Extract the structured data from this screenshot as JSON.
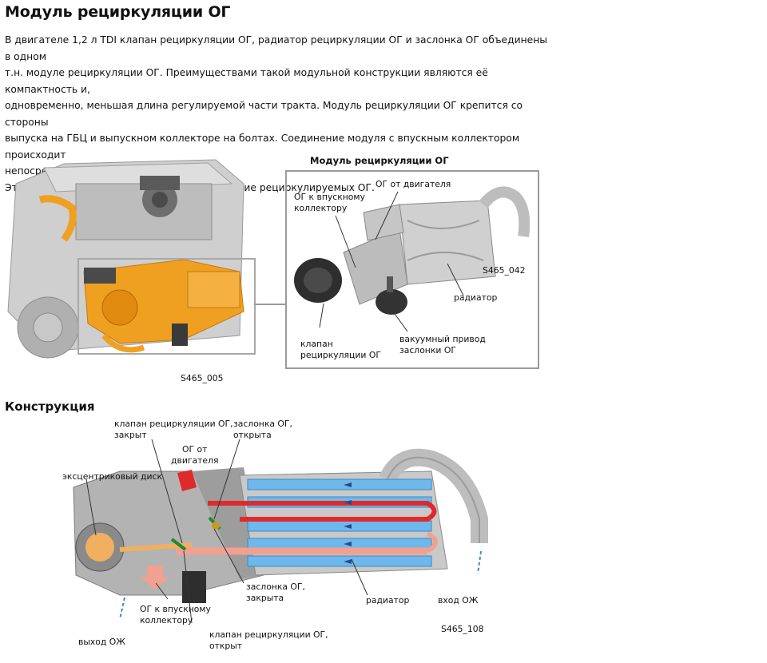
{
  "title": "Модуль рециркуляции ОГ",
  "intro": [
    "В двигателе 1,2 л TDI клапан рециркуляции ОГ, радиатор рециркуляции ОГ и заслонка ОГ объединены в одном",
    "т.н. модуле рециркуляции ОГ. Преимуществами такой модульной конструкции являются её компактность и,",
    "одновременно, меньшая длина регулируемой части тракта. Модуль рециркуляции ОГ крепится со стороны",
    "выпуска на ГБЦ и выпускном коллекторе на болтах. Соединение модуля с впускным коллектором происходит",
    "непосредственно через ГБЦ.",
    "Этим достигается дополнительное охлаждение рециркулируемых ОГ."
  ],
  "figure_top": {
    "engine_code": "S465_005",
    "inset_title": "Модуль рециркуляции ОГ",
    "inset_code": "S465_042",
    "labels": {
      "to_intake": [
        "ОГ к впускному",
        "коллектору"
      ],
      "from_engine": "ОГ от двигателя",
      "radiator": "радиатор",
      "valve": [
        "клапан",
        "рециркуляции ОГ"
      ],
      "vacuum": [
        "вакуумный привод",
        "заслонки ОГ"
      ]
    }
  },
  "section_title": "Конструкция",
  "figure_bottom": {
    "code": "S465_108",
    "labels": {
      "valve_closed": [
        "клапан рециркуляции ОГ,",
        "закрыт"
      ],
      "flap_open": [
        "заслонка ОГ,",
        "открыта"
      ],
      "from_engine": [
        "ОГ от",
        "двигателя"
      ],
      "eccentric": "эксцентриковый диск",
      "flap_closed": [
        "заслонка ОГ,",
        "закрыта"
      ],
      "radiator": "радиатор",
      "coolant_in": "вход ОЖ",
      "to_intake": [
        "ОГ к впускному",
        "коллектору"
      ],
      "valve_open": [
        "клапан рециркуляции ОГ,",
        "открыт"
      ],
      "coolant_out": "выход ОЖ"
    }
  },
  "colors": {
    "engine_gray": "#b8b8b8",
    "module_orange": "#f0a020",
    "hot_gas": "#e02a2a",
    "warm_gas": "#f2a090",
    "coolant": "#6fb8ec",
    "housing": "#a9a9a9"
  }
}
